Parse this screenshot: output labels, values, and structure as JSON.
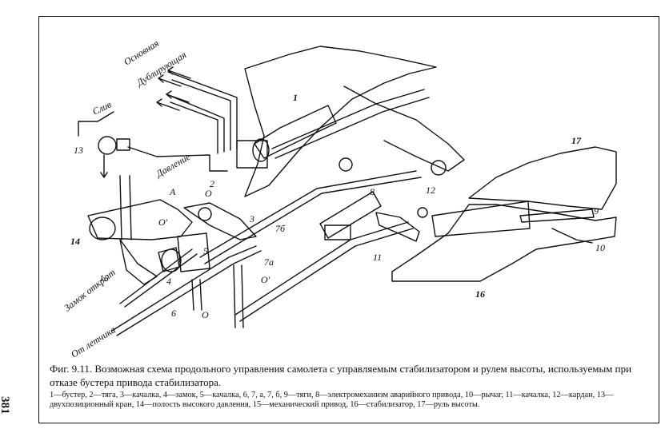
{
  "page_number": "381",
  "figure": {
    "labels": {
      "osnovnaya": "Основная",
      "dubliruyushchaya": "Дублирующая",
      "sliv": "Слив",
      "davlenie": "Давление",
      "zamok_otkryt": "Замок открыт",
      "ot_letchika": "От летчика",
      "n1": "1",
      "n2": "2",
      "n3": "3",
      "n4": "4",
      "n5": "5",
      "n6": "6",
      "n7a": "7а",
      "n7b": "7б",
      "n8": "8",
      "n9": "9",
      "n10": "10",
      "n11": "11",
      "n12": "12",
      "n13": "13",
      "n14": "14",
      "n15": "15",
      "n16": "16",
      "n17": "17",
      "A": "А",
      "O_top": "О",
      "O_prime_left": "О′",
      "O_prime_right": "О′",
      "O_bottom": "О"
    }
  },
  "caption": {
    "title": "Фиг. 9.11. Возможная схема продольного управления самолета с управляемым стабилизатором и рулем высоты, используемым при отказе бустера привода стабилизатора.",
    "legend": "1—бустер, 2—тяга, 3—качалка, 4—замок, 5—качалка, 6, 7, а, 7, б, 9—тяги, 8—электромеханизм аварийного привода, 10—рычаг, 11—качалка, 12—кардан, 13—двухпозиционный кран, 14—полость высокого давления, 15—механический привод, 16—стабилизатор, 17—руль высоты."
  }
}
